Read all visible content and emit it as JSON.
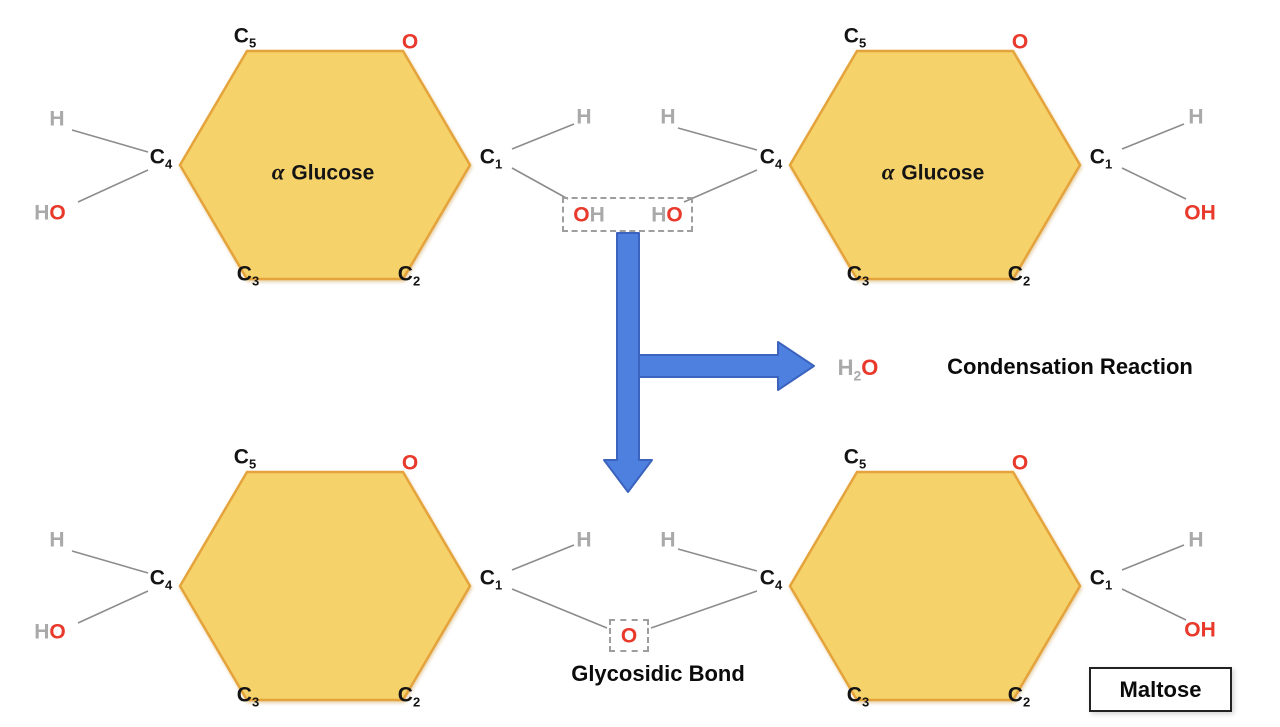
{
  "colors": {
    "hexagon_fill": "#F6D26A",
    "hexagon_border": "#E5A33C",
    "oxygen_red": "#E8392B",
    "hydrogen_gray": "#A9A9A9",
    "carbon_black": "#141414",
    "bond_gray": "#8C8C8C",
    "arrow_fill": "#4E80E0",
    "arrow_border": "#3C63BE",
    "dashed_box_gray": "#9E9E9E"
  },
  "ring": {
    "c5": {
      "base": "C",
      "sub": "5"
    },
    "o": "O",
    "c4": {
      "base": "C",
      "sub": "4"
    },
    "c1": {
      "base": "C",
      "sub": "1"
    },
    "c3": {
      "base": "C",
      "sub": "3"
    },
    "c2": {
      "base": "C",
      "sub": "2"
    }
  },
  "molecule_name": {
    "alpha": "α",
    "rest": "Glucose"
  },
  "atoms": {
    "hydrogen": "H",
    "oxygen": "O",
    "hydroxyl_ho": {
      "h": "H",
      "o": "O"
    },
    "hydroxyl_oh": {
      "o": "O",
      "h": "H"
    }
  },
  "annotations": {
    "water": {
      "h": "H",
      "sub": "2",
      "o": "O"
    },
    "condensation_reaction": "Condensation Reaction",
    "glycosidic_bond": "Glycosidic Bond",
    "maltose": "Maltose"
  }
}
